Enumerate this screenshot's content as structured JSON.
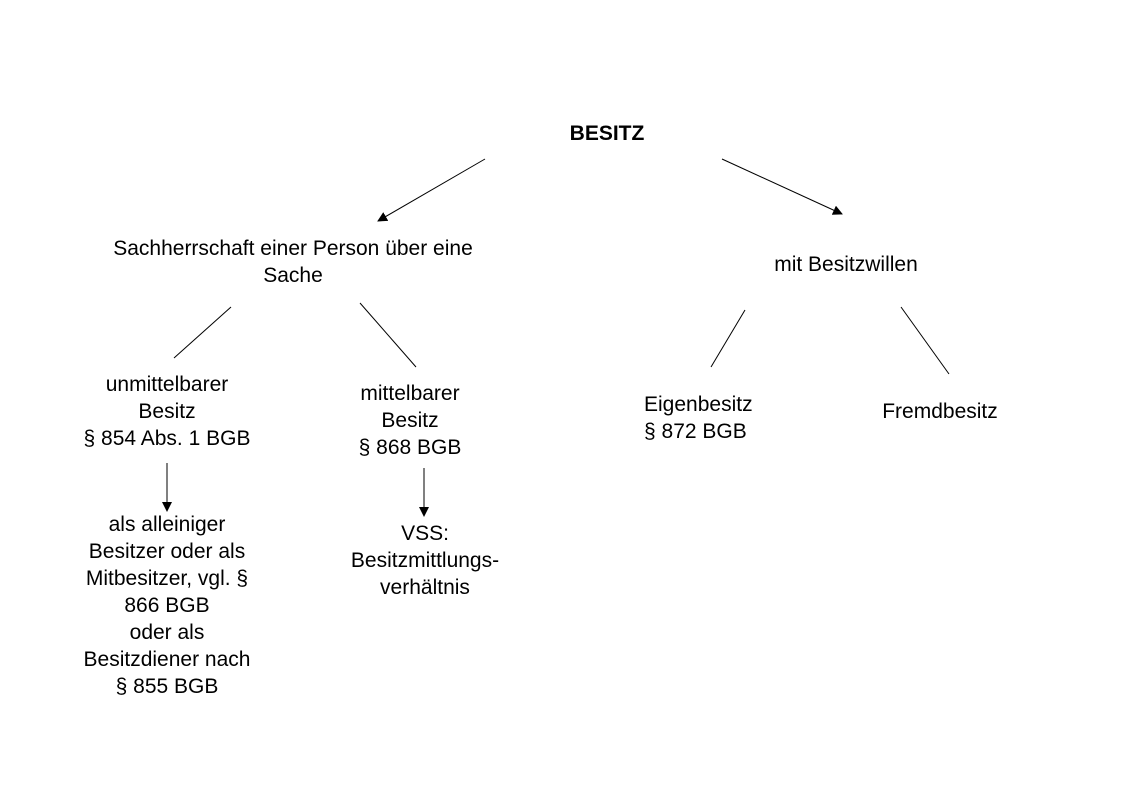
{
  "diagram": {
    "root": {
      "label": "BESITZ"
    },
    "left": {
      "label": "Sachherrschaft einer Person über eine\nSache",
      "children": {
        "unmittelbar": {
          "label": "unmittelbarer\nBesitz\n§ 854 Abs. 1 BGB",
          "detail": "als alleiniger\nBesitzer oder als\nMitbesitzer, vgl. §\n866 BGB\noder als\nBesitzdiener nach\n§ 855 BGB"
        },
        "mittelbar": {
          "label": "mittelbarer\nBesitz\n§ 868 BGB",
          "detail": "VSS:\nBesitzmittlungs-\nverhältnis"
        }
      }
    },
    "right": {
      "label": "mit Besitzwillen",
      "children": {
        "eigen": {
          "label": "Eigenbesitz\n§ 872 BGB"
        },
        "fremd": {
          "label": "Fremdbesitz"
        }
      }
    },
    "colors": {
      "stroke": "#000000",
      "text": "#000000",
      "background": "#ffffff"
    }
  }
}
